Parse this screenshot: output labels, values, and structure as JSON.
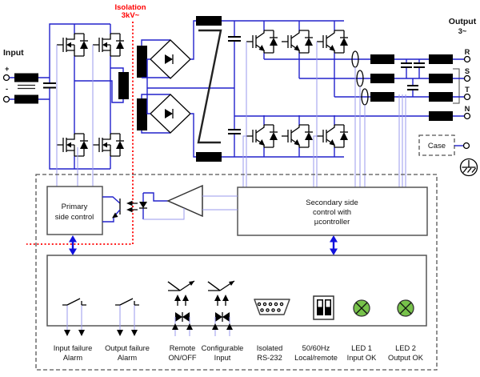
{
  "colors": {
    "wire": "#2222cc",
    "sense": "#9a9aee",
    "isolation": "#ff0000",
    "outline": "#555555",
    "led_green": "#77c24a",
    "arrow": "#1111dd"
  },
  "input": {
    "label": "Input",
    "plus": "+",
    "minus": "-"
  },
  "isolation": {
    "line1": "Isolation",
    "line2": "3kV~"
  },
  "output": {
    "label": "Output",
    "phases": "3~",
    "r": "R",
    "s": "S",
    "t": "T",
    "n": "N"
  },
  "case_box": {
    "label": "Case"
  },
  "primary_control": {
    "line1": "Primary",
    "line2": "side control"
  },
  "secondary_control": {
    "line1": "Secondary side",
    "line2": "control with",
    "line3": "µcontroller"
  },
  "interface": {
    "items": [
      {
        "line1": "Input failure",
        "line2": "Alarm"
      },
      {
        "line1": "Output failure",
        "line2": "Alarm"
      },
      {
        "line1": "Remote",
        "line2": "ON/OFF"
      },
      {
        "line1": "Configurable",
        "line2": "Input"
      },
      {
        "line1": "Isolated",
        "line2": "RS-232"
      },
      {
        "line1": "50/60Hz",
        "line2": "Local/remote"
      },
      {
        "line1": "LED 1",
        "line2": "Input OK"
      },
      {
        "line1": "LED 2",
        "line2": "Output OK"
      }
    ]
  }
}
